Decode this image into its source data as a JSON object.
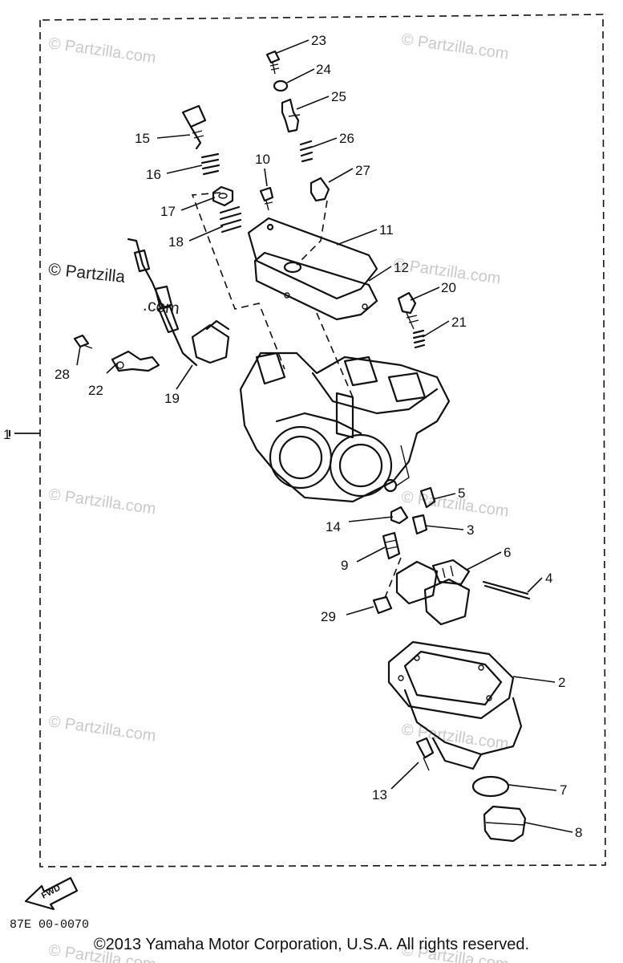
{
  "watermarks": {
    "main": "© Partzilla.com",
    "main_line1": "© Partzilla",
    "main_line2": ".com",
    "faint": "© Partzilla.com"
  },
  "assembly_label": "1",
  "callouts": [
    "2",
    "3",
    "4",
    "5",
    "6",
    "7",
    "8",
    "9",
    "10",
    "11",
    "12",
    "13",
    "14",
    "15",
    "16",
    "17",
    "18",
    "19",
    "20",
    "21",
    "22",
    "23",
    "24",
    "25",
    "26",
    "27",
    "28",
    "29"
  ],
  "fwd_label": "FWD",
  "figure_code": "87E 00-0070",
  "copyright": "©2013 Yamaha Motor Corporation, U.S.A. All rights reserved."
}
